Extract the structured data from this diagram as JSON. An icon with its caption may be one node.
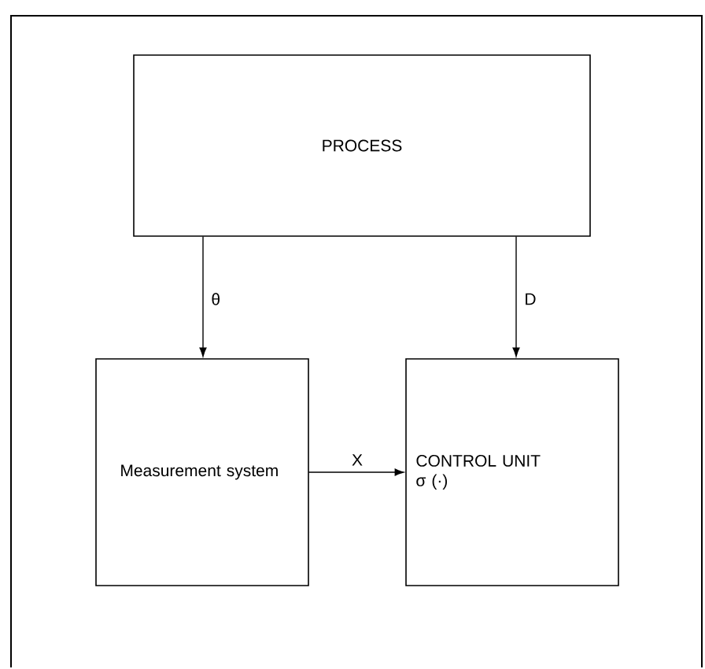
{
  "diagram": {
    "nodes": [
      {
        "text": [
          "PROCESS"
        ]
      },
      {
        "text": [
          "Measurement system"
        ]
      },
      {
        "text": [
          "CONTROL UNIT",
          "σ (·)"
        ]
      }
    ],
    "edges": [
      {
        "from": 0,
        "to": 1,
        "arrow": "to",
        "label": "θ"
      },
      {
        "from": 0,
        "to": 2,
        "arrow": "to",
        "label": "D"
      },
      {
        "from": 1,
        "to": 2,
        "arrow": "to",
        "label": "X"
      }
    ]
  }
}
